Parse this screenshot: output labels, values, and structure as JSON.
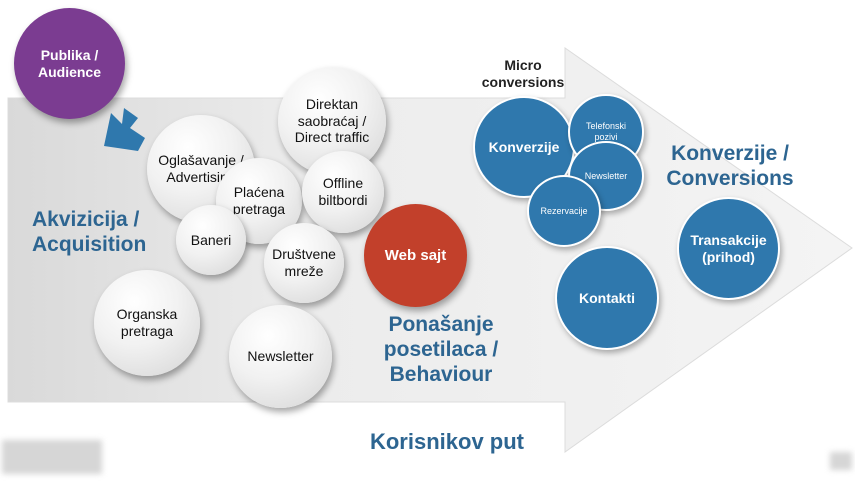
{
  "title": "Korisnikov put",
  "publika": "Publika / Audience",
  "sections": {
    "acquisition": "Akvizicija / Acquisition",
    "behaviour": "Ponašanje posetilaca / Behaviour",
    "conversions": "Konverzije / Conversions",
    "micro": "Micro conversions"
  },
  "channels": {
    "oglasavanje": "Oglašavanje / Advertising",
    "direktan": "Direktan saobraćaj / Direct traffic",
    "placena": "Plaćena pretraga",
    "offline": "Offline biltbordi",
    "baneri": "Baneri",
    "drustvene": "Društvene mreže",
    "organska": "Organska pretraga",
    "newsletter": "Newsletter"
  },
  "web_sajt": "Web sajt",
  "conversions": {
    "konverzije": "Konverzije",
    "telefonski": "Telefonski pozivi",
    "newsletter": "Newsletter",
    "rezervacije": "Rezervacije",
    "kontakti": "Kontakti",
    "transakcije": "Transakcije (prihod)"
  },
  "colors": {
    "arrow": "#e6e6e6",
    "blue": "#2f78ad",
    "red": "#c2402b",
    "purple": "#7b3c91",
    "label": "#2d6591"
  }
}
